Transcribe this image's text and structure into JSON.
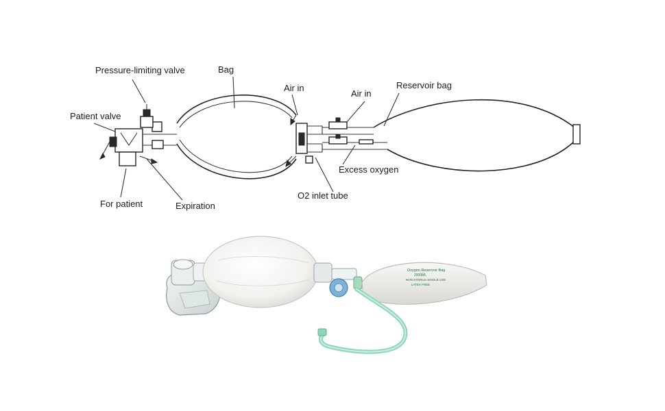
{
  "diagram": {
    "labels": {
      "pressure_limiting_valve": "Pressure-limiting valve",
      "bag": "Bag",
      "air_in_1": "Air in",
      "air_in_2": "Air in",
      "reservoir_bag": "Reservoir bag",
      "patient_valve": "Patient valve",
      "excess_oxygen": "Excess oxygen",
      "for_patient": "For patient",
      "expiration": "Expiration",
      "o2_inlet_tube": "O2 inlet tube"
    }
  },
  "photo": {
    "reservoir_tag_lines": [
      "Oxygen Reservoir Bag",
      "2000ML",
      "NON STERILE SINGLE USE",
      "LATEX FREE"
    ]
  },
  "colors": {
    "line": "#222222",
    "bag_white": "#f4f4f2",
    "tube_green": "#8fd6b8",
    "connector_blue": "#7fb2d8",
    "tag_green": "#1d7a3a"
  }
}
